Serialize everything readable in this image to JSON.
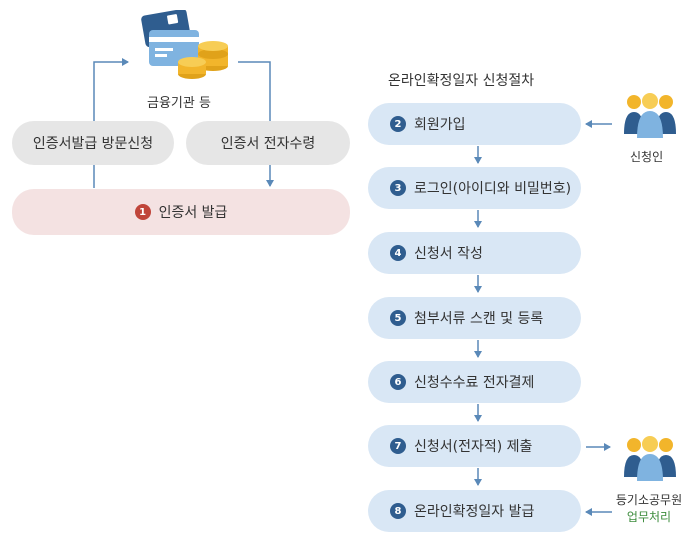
{
  "left": {
    "institution_label": "금융기관 등",
    "visit_label": "인증서발급 방문신청",
    "receive_label": "인증서 전자수령",
    "issue": {
      "number": "1",
      "label": "인증서 발급"
    }
  },
  "right": {
    "title": "온라인확정일자 신청절차",
    "steps": [
      {
        "number": "2",
        "label": "회원가입"
      },
      {
        "number": "3",
        "label": "로그인(아이디와 비밀번호)"
      },
      {
        "number": "4",
        "label": "신청서 작성"
      },
      {
        "number": "5",
        "label": "첨부서류 스캔 및 등록"
      },
      {
        "number": "6",
        "label": "신청수수료 전자결제"
      },
      {
        "number": "7",
        "label": "신청서(전자적) 제출"
      },
      {
        "number": "8",
        "label": "온라인확정일자 발급"
      }
    ],
    "applicant_label": "신청인",
    "official_label_1": "등기소공무원",
    "official_label_2": "업무처리"
  },
  "colors": {
    "step_fill": "#d9e7f5",
    "gray_fill": "#e6e6e6",
    "pink_fill": "#f4e2e2",
    "arrow": "#5a89b8",
    "number_badge": "#2f5d8f",
    "issue_badge": "#c0453a",
    "green_text": "#3c8c3c"
  },
  "icons": [
    "card-and-coins-icon",
    "people-group-icon"
  ]
}
